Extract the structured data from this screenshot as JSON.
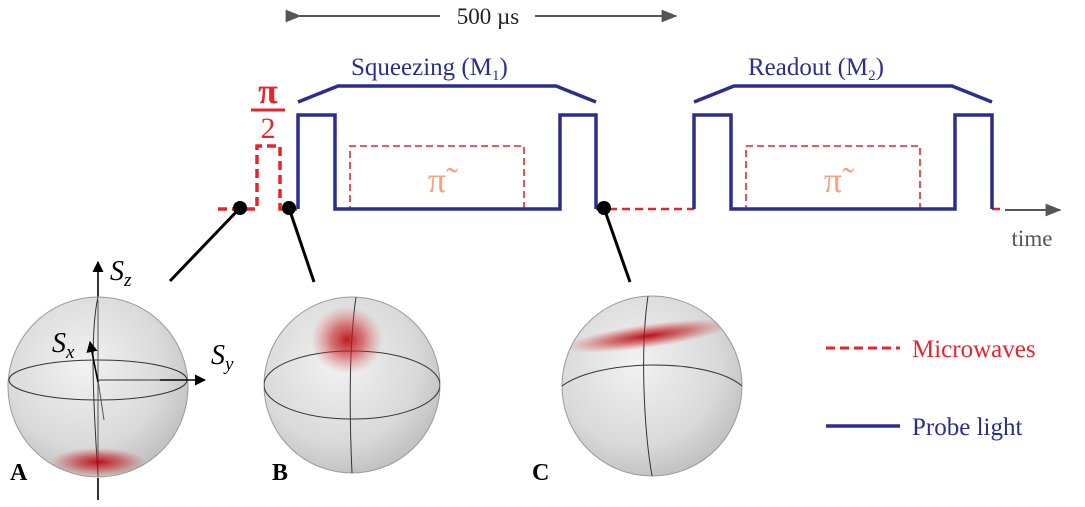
{
  "timing": {
    "duration_label": "500 µs",
    "time_label": "time"
  },
  "pulses": {
    "pi_half_numerator": "π",
    "pi_half_denominator": "2",
    "pi_tilde_1": "π̃",
    "pi_tilde_2": "π̃"
  },
  "stages": {
    "squeezing": {
      "text": "Squeezing (M",
      "sub": "1",
      "close": ")"
    },
    "readout": {
      "text": "Readout (M",
      "sub": "2",
      "close": ")"
    }
  },
  "spheres": {
    "a": {
      "label": "A",
      "axis_z": "S",
      "axis_z_sub": "z",
      "axis_x": "S",
      "axis_x_sub": "x",
      "axis_y": "S",
      "axis_y_sub": "y"
    },
    "b": {
      "label": "B"
    },
    "c": {
      "label": "C"
    }
  },
  "legend": {
    "microwaves": "Microwaves",
    "probe_light": "Probe light"
  },
  "colors": {
    "probe": "#2b2e8c",
    "microwave": "#e8242b",
    "pi_tilde": "#f4a37a",
    "state": "#c0141a"
  }
}
